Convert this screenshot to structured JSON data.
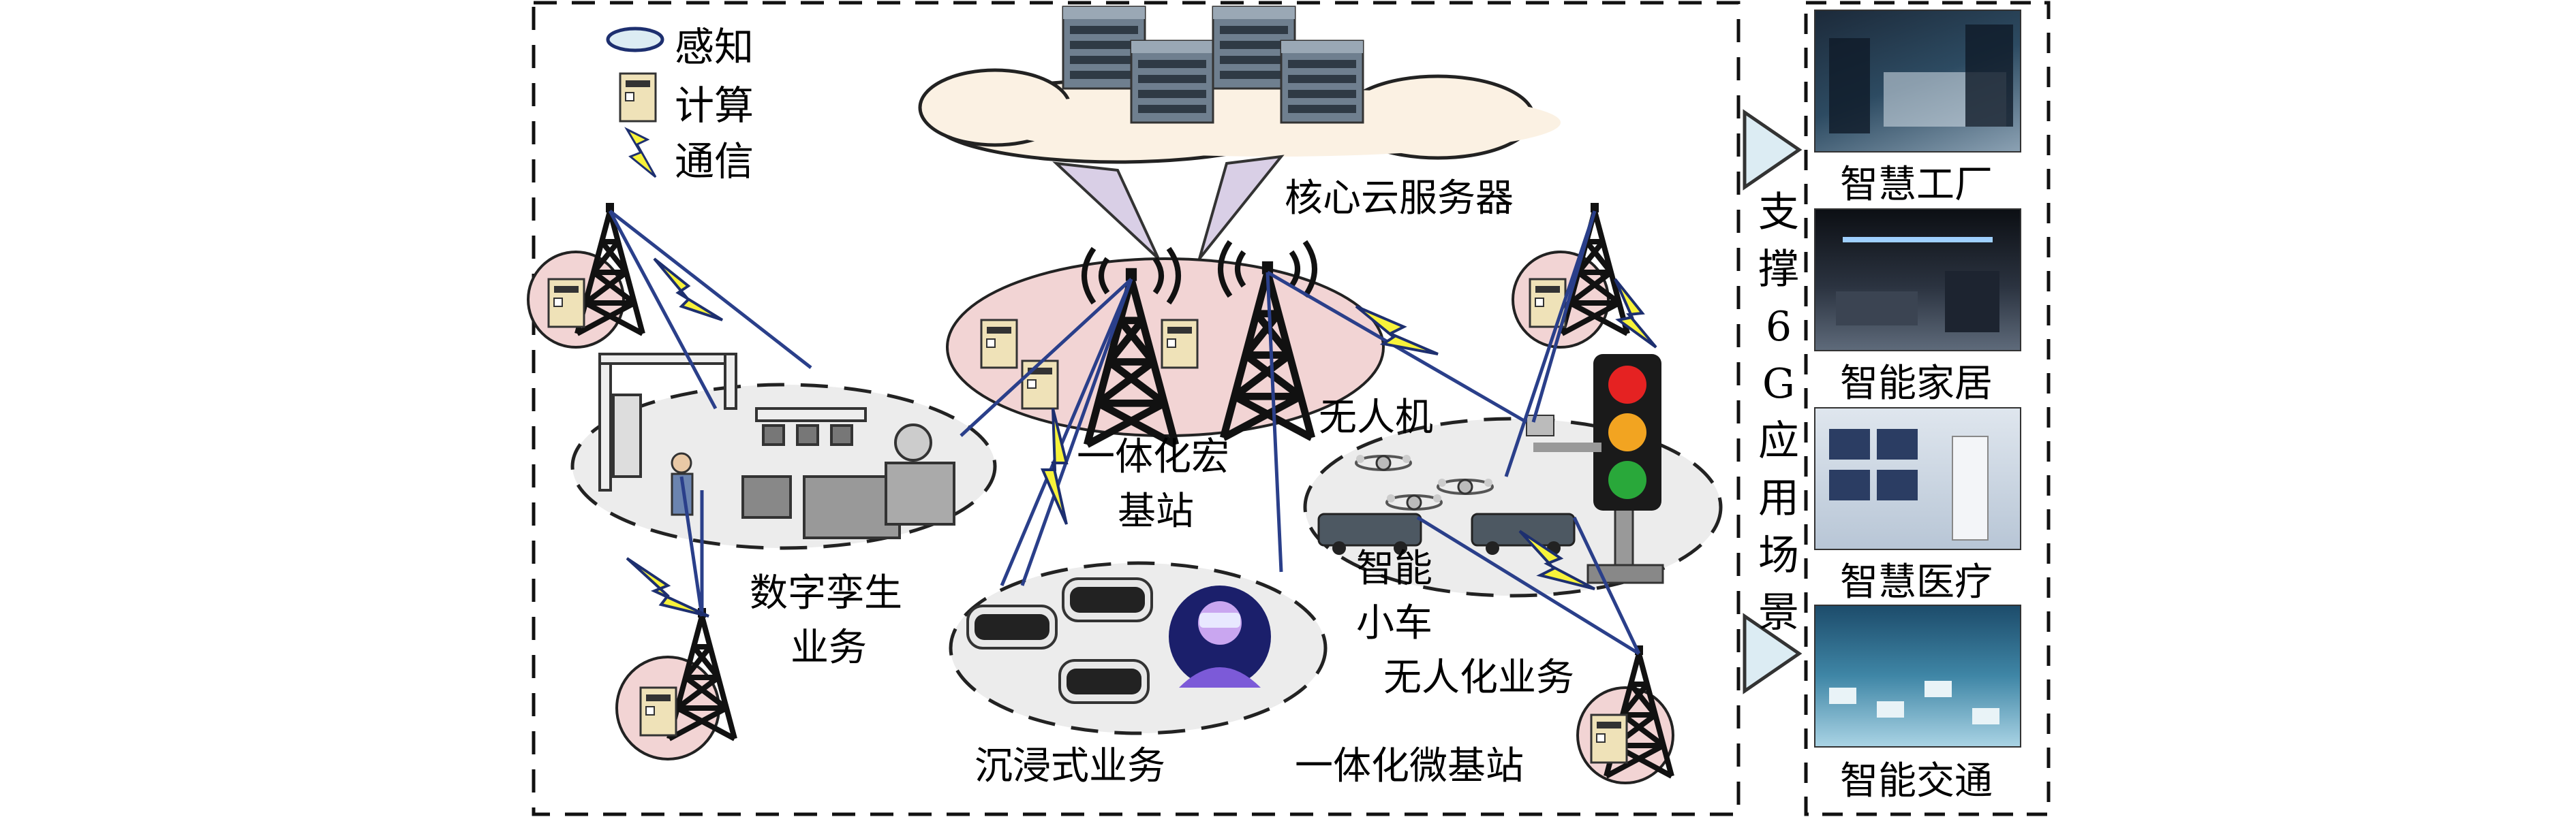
{
  "legend": [
    {
      "key": "perception",
      "label": "感知"
    },
    {
      "key": "compute",
      "label": "计算"
    },
    {
      "key": "comm",
      "label": "通信"
    }
  ],
  "labels": {
    "core_cloud": "核心云服务器",
    "macro_bs_l1": "一体化宏",
    "macro_bs_l2": "基站",
    "digital_twin_l1": "数字孪生",
    "digital_twin_l2": "业务",
    "immersive": "沉浸式业务",
    "micro_bs": "一体化微基站",
    "uav": "无人机",
    "smart_car_l1": "智能",
    "smart_car_l2": "小车",
    "unmanned": "无人化业务"
  },
  "support_column": [
    "支",
    "撑",
    "6",
    "G",
    "应",
    "用",
    "场",
    "景"
  ],
  "scenarios": [
    {
      "label": "智慧工厂"
    },
    {
      "label": "智能家居"
    },
    {
      "label": "智慧医疗"
    },
    {
      "label": "智能交通"
    }
  ],
  "colors": {
    "cell_fill": "#f2d4d4",
    "ellipse_fill": "#ececec",
    "cloud_fill": "#fbf1e3",
    "bolt_fill": "#f7f23a",
    "signal_fill": "#d9cfe6",
    "arrow_fill": "#dcecf3",
    "link_line": "#2a3f8a"
  }
}
